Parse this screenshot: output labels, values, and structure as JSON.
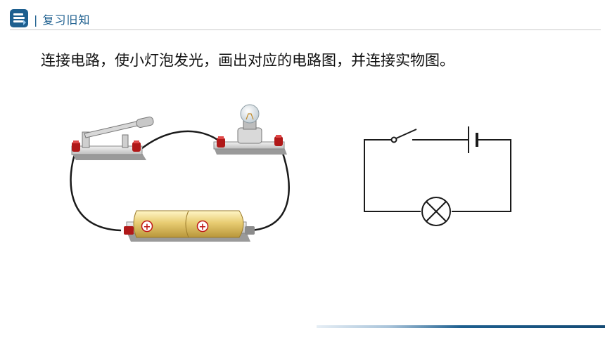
{
  "header": {
    "title": "| 复习旧知",
    "logo_icon": "book-stack-icon",
    "accent_color": "#1d5f8f"
  },
  "instruction": "连接电路，使小灯泡发光，画出对应的电路图，并连接实物图。",
  "physical_circuit": {
    "components": [
      "knife-switch",
      "light-bulb",
      "battery-holder"
    ],
    "battery_symbols": [
      "⊕",
      "⊕"
    ]
  },
  "circuit_diagram": {
    "components": [
      "switch-open",
      "battery-cell",
      "lamp"
    ]
  }
}
